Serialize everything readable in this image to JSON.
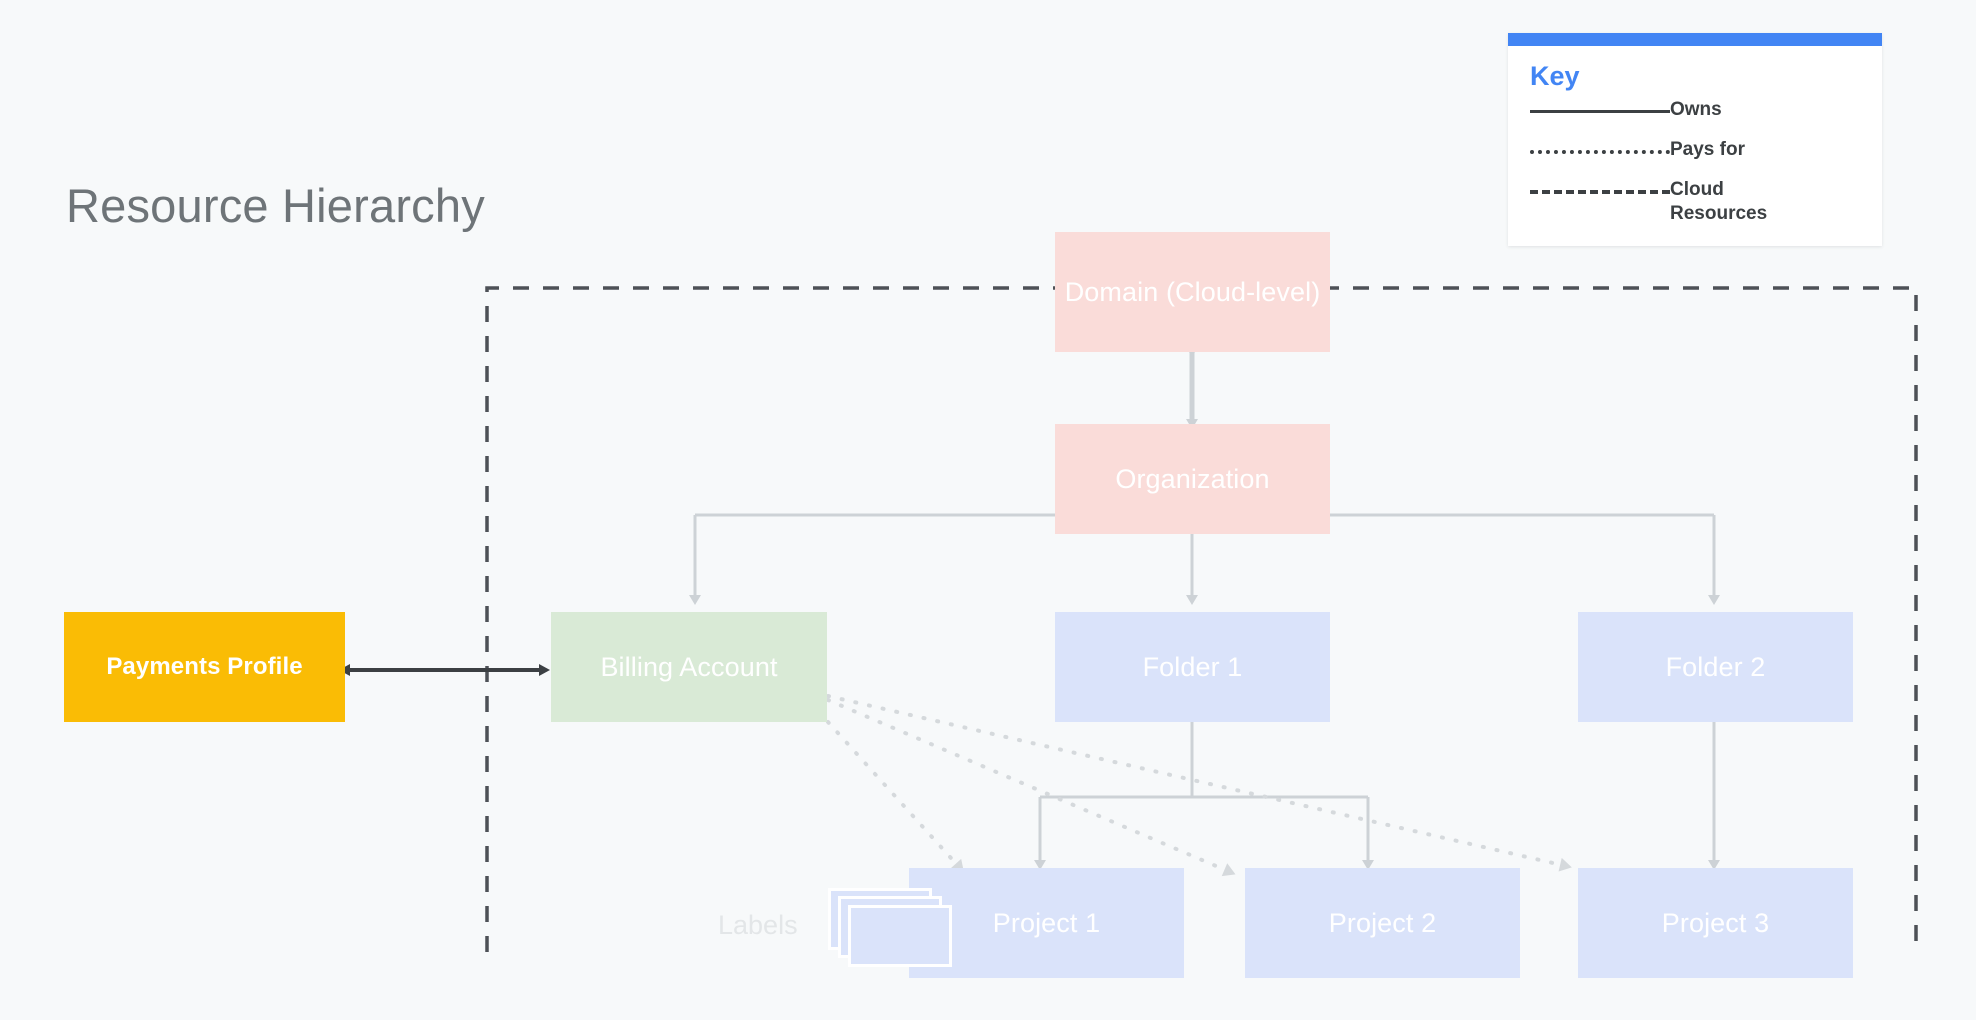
{
  "page": {
    "title": "Resource Hierarchy",
    "background_color": "#f7f9fa",
    "title_color": "#6e7478"
  },
  "key": {
    "title": "Key",
    "accent_color": "#4285f4",
    "rows": [
      {
        "style": "solid",
        "label": "Owns"
      },
      {
        "style": "dotted",
        "label": "Pays for"
      },
      {
        "style": "dashed",
        "label": "Cloud Resources"
      }
    ]
  },
  "nodes": {
    "domain": {
      "label": "Domain (Cloud-level)",
      "color": "#fadcd9"
    },
    "organization": {
      "label": "Organization",
      "color": "#fadcd9"
    },
    "billing_account": {
      "label": "Billing Account",
      "color": "#d9ead6"
    },
    "payments_profile": {
      "label": "Payments Profile",
      "color": "#fabc05"
    },
    "folder_1": {
      "label": "Folder 1",
      "color": "#dae3fa"
    },
    "folder_2": {
      "label": "Folder 2",
      "color": "#dae3fa"
    },
    "project_1": {
      "label": "Project 1",
      "color": "#dae3fa"
    },
    "project_2": {
      "label": "Project 2",
      "color": "#dae3fa"
    },
    "project_3": {
      "label": "Project 3",
      "color": "#dae3fa"
    }
  },
  "annotations": {
    "labels": "Labels"
  },
  "edges": {
    "cloud_resources_boundary": "Cloud Resources",
    "domain_organization": "Owns",
    "organization_billing": "Owns",
    "organization_folder1": "Owns",
    "organization_folder2": "Owns",
    "folder1_project1": "Owns",
    "folder1_project2": "Owns",
    "folder2_project3": "Owns",
    "payments_billing": "Pays for",
    "billing_project1": "Pays for",
    "billing_project2": "Pays for",
    "billing_project3": "Pays for"
  }
}
